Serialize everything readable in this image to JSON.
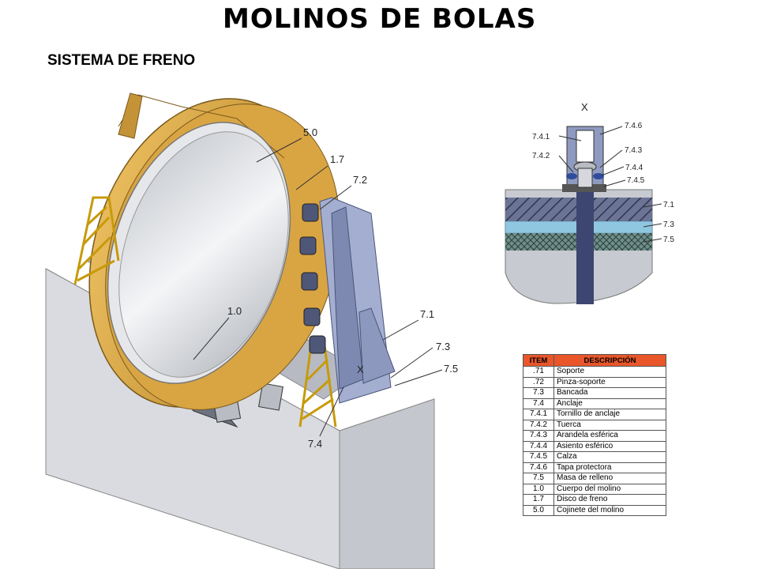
{
  "title": "MOLINOS DE BOLAS",
  "subtitle": "SISTEMA DE FRENO",
  "main_labels": {
    "l50": "5.0",
    "l17": "1.7",
    "l72": "7.2",
    "l10": "1.0",
    "l71": "7.1",
    "l73": "7.3",
    "l75": "7.5",
    "l74": "7.4",
    "x": "X"
  },
  "detail": {
    "title": "X",
    "labels": {
      "a741": "7.4.1",
      "a742": "7.4.2",
      "a746": "7.4.6",
      "a743": "7.4.3",
      "a744": "7.4.4",
      "a745": "7.4.5",
      "a71": "7.1",
      "a73": "7.3",
      "a75": "7.5"
    }
  },
  "table": {
    "headers": {
      "item": "ITEM",
      "desc": "DESCRIPCIÓN"
    },
    "rows": [
      {
        "item": ".71",
        "desc": "Soporte"
      },
      {
        "item": ".72",
        "desc": "Pinza-soporte"
      },
      {
        "item": "7.3",
        "desc": "Bancada"
      },
      {
        "item": "7.4",
        "desc": "Anclaje"
      },
      {
        "item": "7.4.1",
        "desc": "Tornillo de anclaje"
      },
      {
        "item": "7.4.2",
        "desc": "Tuerca"
      },
      {
        "item": "7.4.3",
        "desc": "Arandela esférica"
      },
      {
        "item": "7.4.4",
        "desc": "Asiento esférico"
      },
      {
        "item": "7.4.5",
        "desc": "Calza"
      },
      {
        "item": "7.4.6",
        "desc": "Tapa protectora"
      },
      {
        "item": "7.5",
        "desc": "Masa de relleno"
      },
      {
        "item": "1.0",
        "desc": "Cuerpo del molino"
      },
      {
        "item": "1.7",
        "desc": "Disco de freno"
      },
      {
        "item": "5.0",
        "desc": "Cojinete del molino"
      }
    ]
  },
  "colors": {
    "gold": "#d9a543",
    "gold_dark": "#b38326",
    "concrete": "#d6d8de",
    "steel_blue": "#8f9cc0",
    "table_header": "#e8562a",
    "yellow_frame": "#f2c21b"
  }
}
